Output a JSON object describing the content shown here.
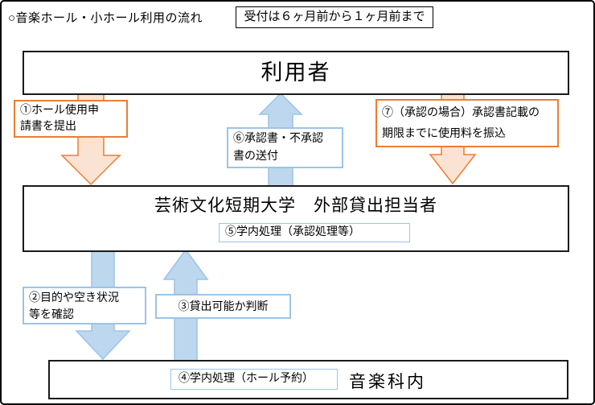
{
  "colors": {
    "orange": "#ED7D31",
    "orange_fill": "#FBE3D3",
    "blue": "#9DC3E6",
    "blue_fill": "#BDD7EE",
    "box_border": "#1a1a1a"
  },
  "header": {
    "title": "○音楽ホール・小ホール利用の流れ",
    "note": "受付は６ヶ月前から１ヶ月前まで"
  },
  "boxes": {
    "user": {
      "label": "利用者"
    },
    "university": {
      "title": "芸術文化短期大学　外部貸出担当者",
      "inner_step5": "⑤学内処理（承認処理等）"
    },
    "music_dept": {
      "inner_step4": "④学内処理（ホール予約）",
      "label": "音楽科内"
    }
  },
  "steps": {
    "s1": {
      "line1": "①ホール使用申",
      "line2": "請書を提出"
    },
    "s2": {
      "line1": "②目的や空き状況",
      "line2": "等を確認"
    },
    "s3": {
      "label": "③貸出可能か判断"
    },
    "s6": {
      "line1": "⑥承認書・不承認",
      "line2": "書の送付"
    },
    "s7": {
      "line1": "⑦（承認の場合）承認書記載の",
      "line2": "期限までに使用料を振込"
    }
  }
}
